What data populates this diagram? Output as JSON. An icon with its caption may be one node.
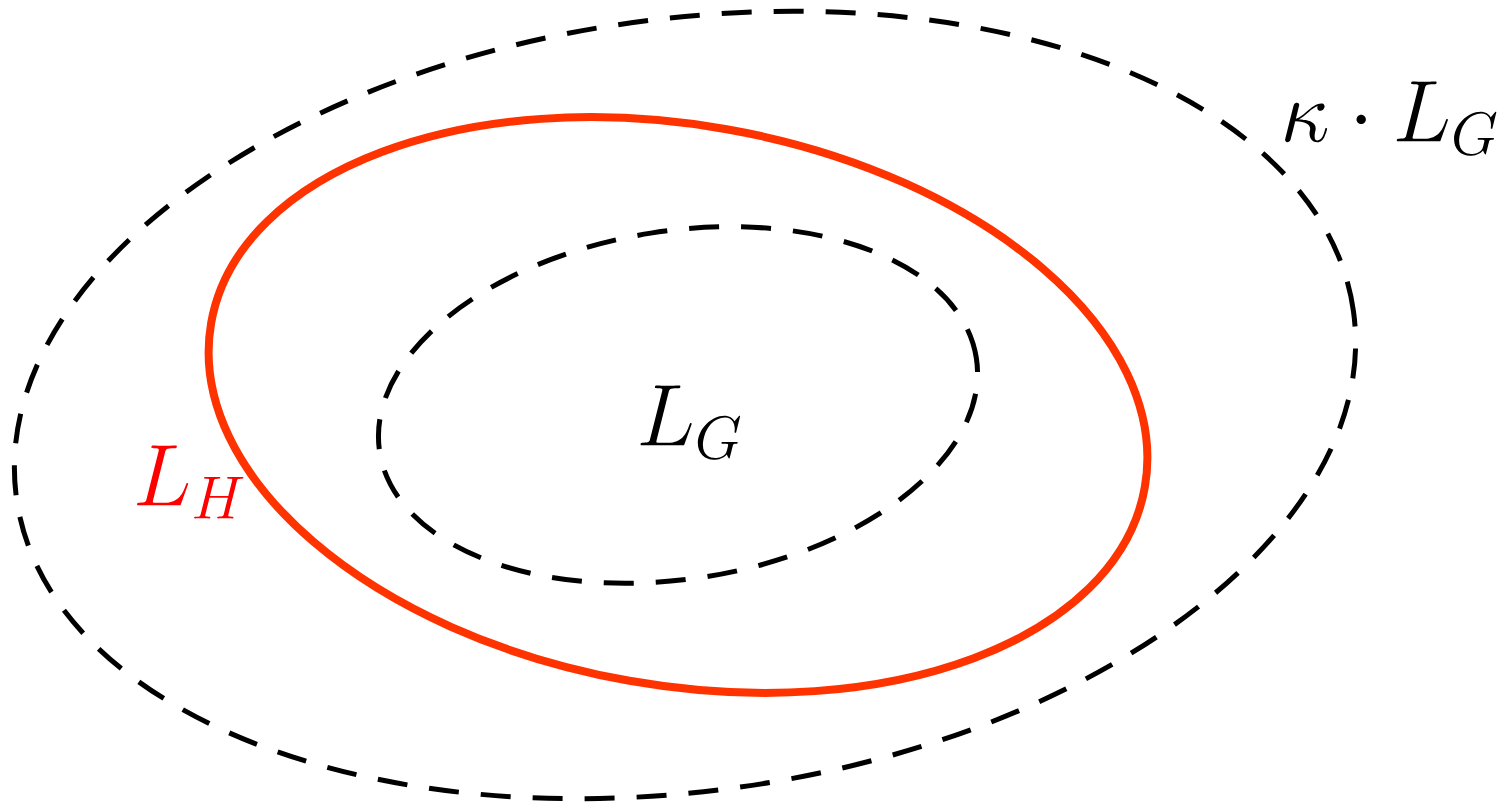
{
  "diagram": {
    "nodes": [
      {
        "text": [
          "\\kappa \\cdot L_G"
        ]
      },
      {
        "text": [
          "L_H"
        ],
        "in": 0
      },
      {
        "text": [
          "L_G"
        ],
        "in": 1
      }
    ]
  }
}
